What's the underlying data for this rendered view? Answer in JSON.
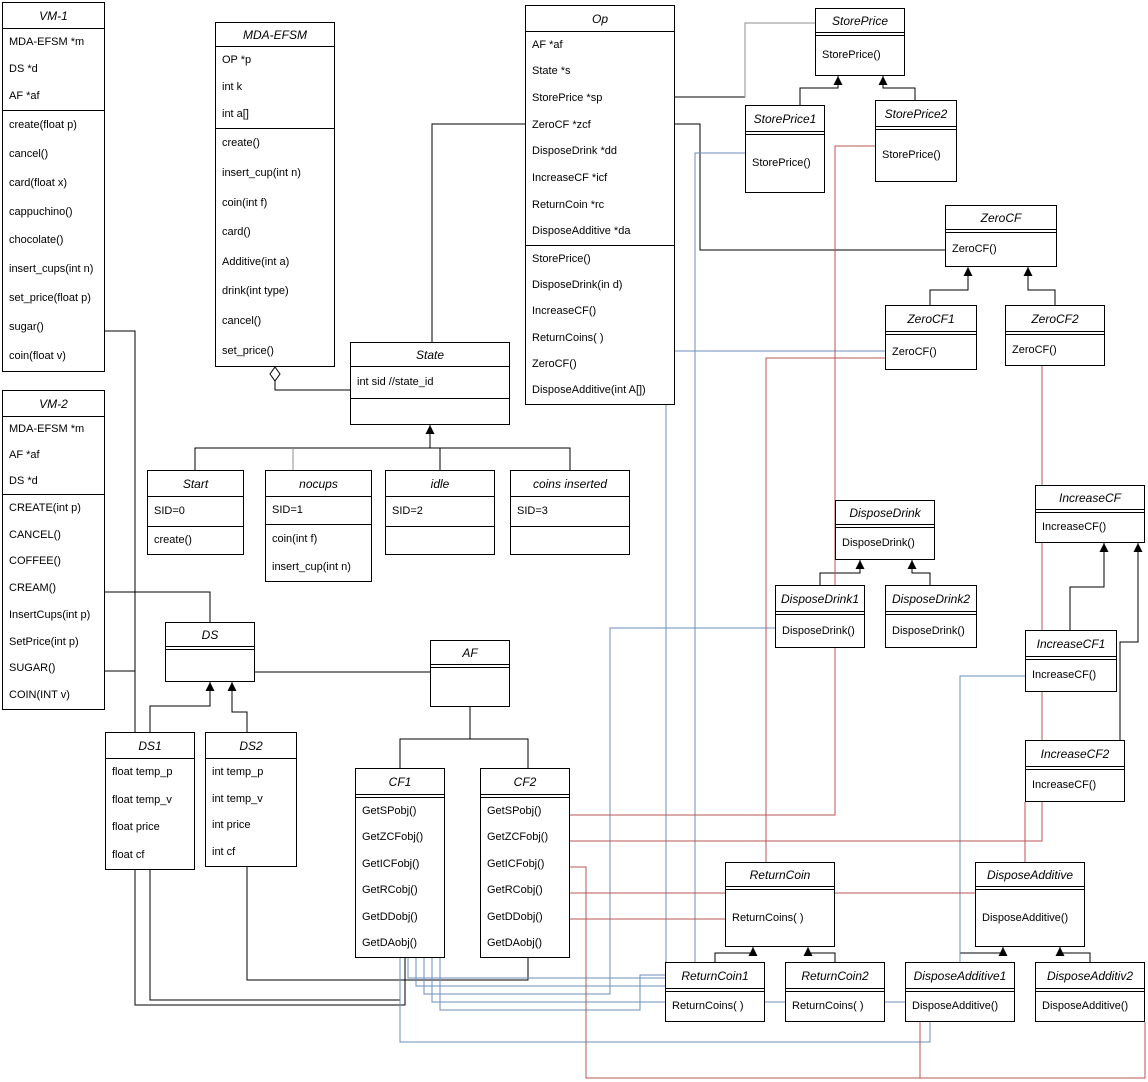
{
  "diagram": {
    "title": "MDA-EFSM vending machine abstract-factory class diagram",
    "palette": {
      "line_black": "#000000",
      "line_gray": "#8c8c8c",
      "line_blue": "#6c8ebf",
      "line_red": "#b85450",
      "box_border": "#000000",
      "box_fill": "#ffffff"
    },
    "classes": [
      {
        "id": "vm1",
        "title": "VM-1",
        "attributes": [
          "MDA-EFSM *m",
          "DS *d",
          "AF *af"
        ],
        "methods": [
          "create(float p)",
          "cancel()",
          "card(float x)",
          "cappuchino()",
          "chocolate()",
          "insert_cups(int n)",
          "set_price(float p)",
          "sugar()",
          "coin(float v)"
        ]
      },
      {
        "id": "vm2",
        "title": "VM-2",
        "attributes": [
          "MDA-EFSM *m",
          "AF *af",
          "DS *d"
        ],
        "methods": [
          "CREATE(int p)",
          "CANCEL()",
          "COFFEE()",
          "CREAM()",
          "InsertCups(int p)",
          "SetPrice(int p)",
          "SUGAR()",
          "COIN(INT v)"
        ]
      },
      {
        "id": "mdaefsm",
        "title": "MDA-EFSM",
        "attributes": [
          "OP *p",
          "int k",
          "int a[]"
        ],
        "methods": [
          "create()",
          "insert_cup(int n)",
          "coin(int f)",
          "card()",
          "Additive(int a)",
          "drink(int type)",
          "cancel()",
          "set_price()"
        ]
      },
      {
        "id": "op",
        "title": "Op",
        "attributes": [
          "AF *af",
          "State *s",
          "StorePrice *sp",
          "ZeroCF *zcf",
          "DisposeDrink *dd",
          "IncreaseCF *icf",
          "ReturnCoin *rc",
          "DisposeAdditive *da"
        ],
        "methods": [
          "StorePrice()",
          "DisposeDrink(in d)",
          "IncreaseCF()",
          "ReturnCoins( )",
          "ZeroCF()",
          "DisposeAdditive(int A[])"
        ]
      },
      {
        "id": "storeprice",
        "title": "StorePrice",
        "attributes": [],
        "methods": [
          "StorePrice()"
        ]
      },
      {
        "id": "storeprice1",
        "title": "StorePrice1",
        "attributes": [],
        "methods": [
          "StorePrice()"
        ]
      },
      {
        "id": "storeprice2",
        "title": "StorePrice2",
        "attributes": [],
        "methods": [
          "StorePrice()"
        ]
      },
      {
        "id": "zerocf",
        "title": "ZeroCF",
        "attributes": [],
        "methods": [
          "ZeroCF()"
        ]
      },
      {
        "id": "zerocf1",
        "title": "ZeroCF1",
        "attributes": [],
        "methods": [
          "ZeroCF()"
        ]
      },
      {
        "id": "zerocf2",
        "title": "ZeroCF2",
        "attributes": [],
        "methods": [
          "ZeroCF()"
        ]
      },
      {
        "id": "state",
        "title": "State",
        "attributes": [
          "int sid //state_id"
        ],
        "methods": []
      },
      {
        "id": "start",
        "title": "Start",
        "attributes": [
          "SID=0"
        ],
        "methods": [
          "create()"
        ]
      },
      {
        "id": "nocups",
        "title": "nocups",
        "attributes": [
          "SID=1"
        ],
        "methods": [
          "coin(int f)",
          "insert_cup(int n)"
        ]
      },
      {
        "id": "idle",
        "title": "idle",
        "attributes": [
          "SID=2"
        ],
        "methods": []
      },
      {
        "id": "coins",
        "title": "coins inserted",
        "attributes": [
          "SID=3"
        ],
        "methods": []
      },
      {
        "id": "disposedrink",
        "title": "DisposeDrink",
        "attributes": [],
        "methods": [
          "DisposeDrink()"
        ]
      },
      {
        "id": "disposedrink1",
        "title": "DisposeDrink1",
        "attributes": [],
        "methods": [
          "DisposeDrink()"
        ]
      },
      {
        "id": "disposedrink2",
        "title": "DisposeDrink2",
        "attributes": [],
        "methods": [
          "DisposeDrink()"
        ]
      },
      {
        "id": "increasecf",
        "title": "IncreaseCF",
        "attributes": [],
        "methods": [
          "IncreaseCF()"
        ]
      },
      {
        "id": "increasecf1",
        "title": "IncreaseCF1",
        "attributes": [],
        "methods": [
          "IncreaseCF()"
        ]
      },
      {
        "id": "increasecf2",
        "title": "IncreaseCF2",
        "attributes": [],
        "methods": [
          "IncreaseCF()"
        ]
      },
      {
        "id": "ds",
        "title": "DS",
        "attributes": [],
        "methods": []
      },
      {
        "id": "af",
        "title": "AF",
        "attributes": [],
        "methods": []
      },
      {
        "id": "ds1",
        "title": "DS1",
        "attributes": [
          "float temp_p",
          "float temp_v",
          "float price",
          "float cf"
        ],
        "methods": []
      },
      {
        "id": "ds2",
        "title": "DS2",
        "attributes": [
          "int temp_p",
          "int temp_v",
          "int price",
          "int cf"
        ],
        "methods": []
      },
      {
        "id": "cf1",
        "title": "CF1",
        "attributes": [],
        "methods": [
          "GetSPobj()",
          "GetZCFobj()",
          "GetICFobj()",
          "GetRCobj()",
          "GetDDobj()",
          "GetDAobj()"
        ]
      },
      {
        "id": "cf2",
        "title": "CF2",
        "attributes": [],
        "methods": [
          "GetSPobj()",
          "GetZCFobj()",
          "GetICFobj()",
          "GetRCobj()",
          "GetDDobj()",
          "GetDAobj()"
        ]
      },
      {
        "id": "returncoin",
        "title": "ReturnCoin",
        "attributes": [],
        "methods": [
          "ReturnCoins( )"
        ]
      },
      {
        "id": "returncoin1",
        "title": "ReturnCoin1",
        "attributes": [],
        "methods": [
          "ReturnCoins( )"
        ]
      },
      {
        "id": "returncoin2",
        "title": "ReturnCoin2",
        "attributes": [],
        "methods": [
          "ReturnCoins( )"
        ]
      },
      {
        "id": "disposeadditive",
        "title": "DisposeAdditive",
        "attributes": [],
        "methods": [
          "DisposeAdditive()"
        ]
      },
      {
        "id": "disposeadditive1",
        "title": "DisposeAdditive1",
        "attributes": [],
        "methods": [
          "DisposeAdditive()"
        ]
      },
      {
        "id": "disposeadditiv2",
        "title": "DisposeAdditiv2",
        "attributes": [],
        "methods": [
          "DisposeAdditive()"
        ]
      }
    ]
  }
}
